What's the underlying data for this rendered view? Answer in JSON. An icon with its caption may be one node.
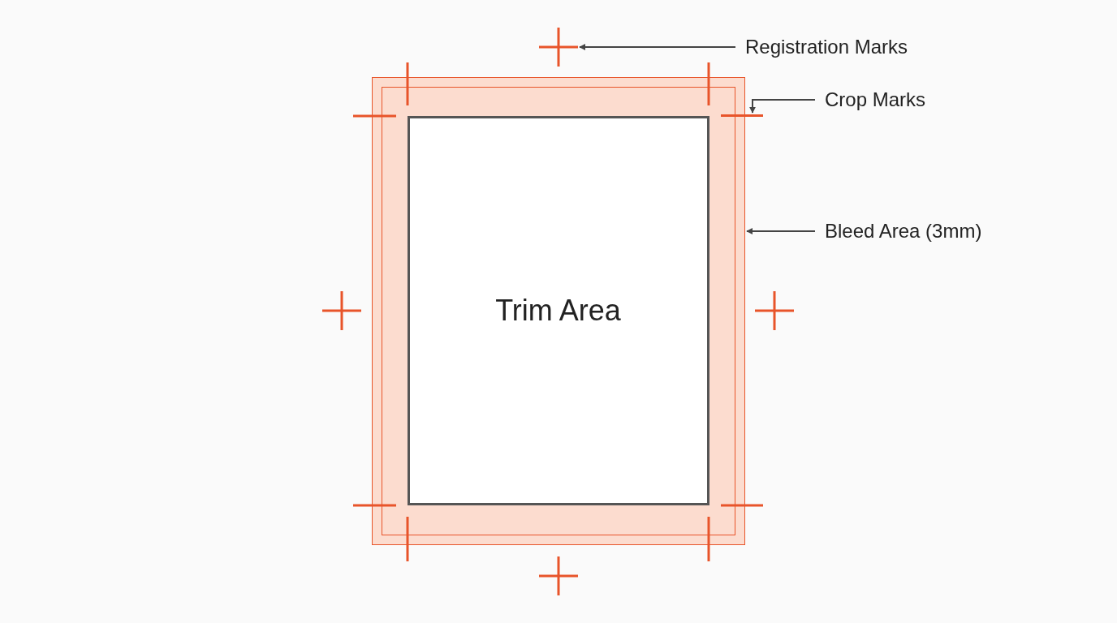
{
  "diagram": {
    "nodes": [
      {
        "text": [],
        "shape": "cross"
      },
      {
        "text": [
          "Registration Marks"
        ]
      },
      {
        "text": [],
        "shape": "line"
      },
      {
        "text": [
          "Crop Marks"
        ]
      },
      {
        "text": [],
        "shape": "box"
      },
      {
        "text": [
          "Trim Area"
        ],
        "in": 4
      },
      {
        "text": [
          "Bleed Area (3mm)"
        ]
      }
    ],
    "edges": [
      {
        "from": 1,
        "to": 0,
        "arrow": "to"
      },
      {
        "from": 3,
        "to": 2,
        "arrow": "to"
      },
      {
        "from": 6,
        "to": 4,
        "arrow": "to"
      }
    ]
  }
}
